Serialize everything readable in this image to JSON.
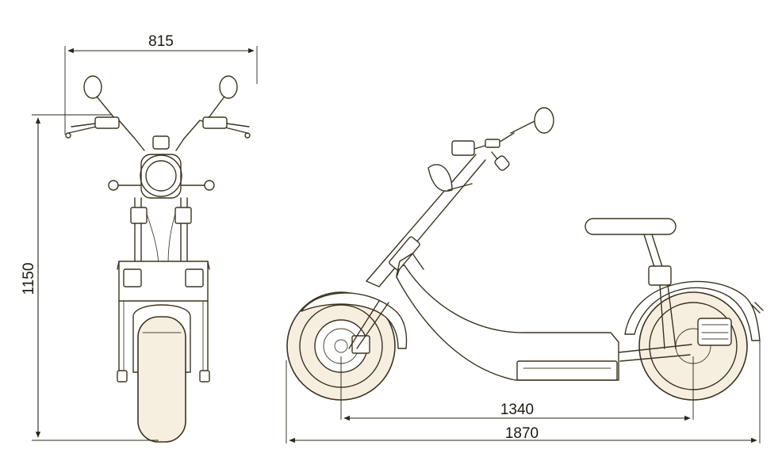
{
  "dimensions": {
    "front_width": "815",
    "height": "1150",
    "wheelbase": "1340",
    "overall_length": "1870"
  },
  "colors": {
    "line": "#3c3320",
    "tyre_fill": "#f6efe0",
    "background": "#ffffff"
  }
}
